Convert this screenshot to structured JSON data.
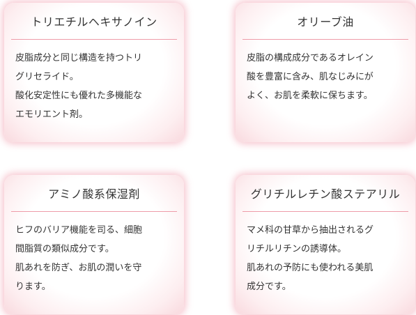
{
  "cards": [
    {
      "title": "トリエチルヘキサノイン",
      "lines": [
        "皮脂成分と同じ構造を持つトリ",
        "グリセライド。",
        "酸化安定性にも優れた多機能な",
        "エモリエント剤。"
      ]
    },
    {
      "title": "オリーブ油",
      "lines": [
        "皮脂の構成成分であるオレイン",
        "酸を豊富に含み、肌なじみにが",
        "よく、お肌を柔軟に保ちます。"
      ]
    },
    {
      "title": "アミノ酸系保湿剤",
      "lines": [
        "ヒフのバリア機能を司る、細胞",
        "間脂質の類似成分です。",
        "肌あれを防ぎ、お肌の潤いを守",
        "ります。"
      ]
    },
    {
      "title": "グリチルレチン酸ステアリル",
      "lines": [
        "マメ科の甘草から抽出されるグ",
        "リチルリチンの誘導体。",
        "肌あれの予防にも使われる美肌",
        "成分です。"
      ]
    }
  ],
  "colors": {
    "divider": "#ee9ba8",
    "card_glow": "#f4b4c0",
    "text": "#333333"
  }
}
